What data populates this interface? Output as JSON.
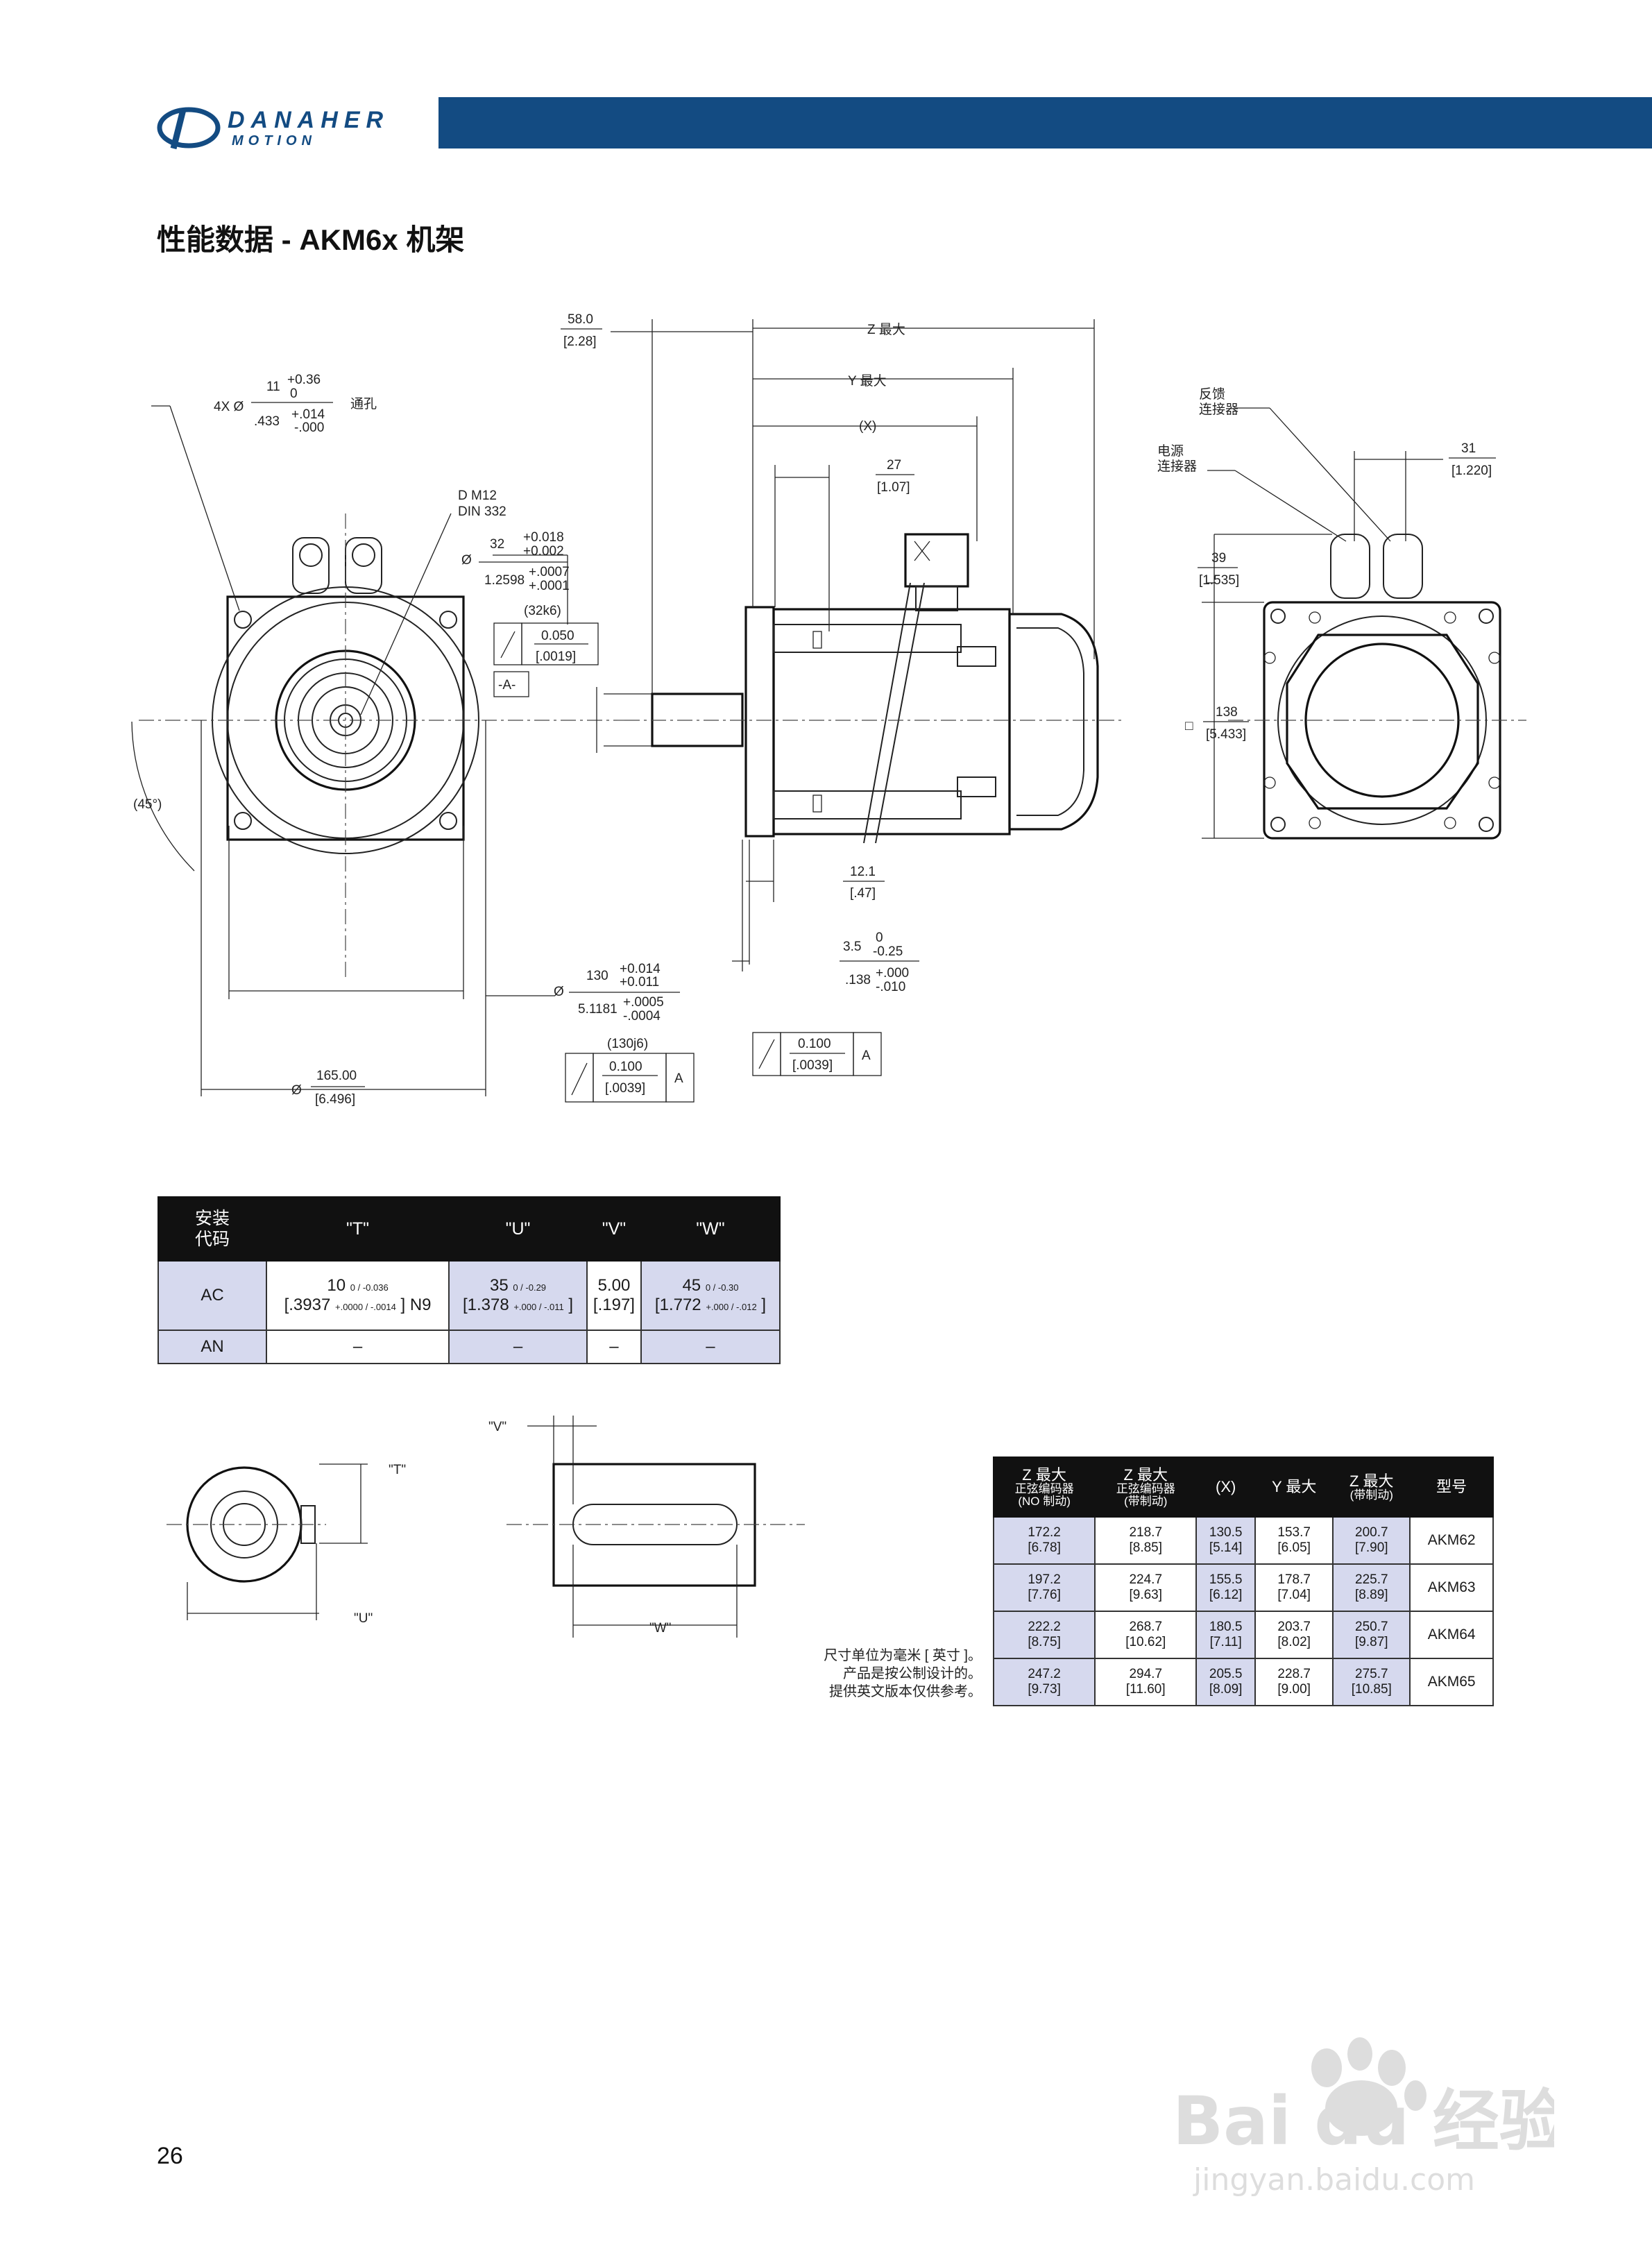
{
  "header": {
    "brand": "DANAHER",
    "brand_sub": "MOTION",
    "accent_color": "#134b82"
  },
  "page_title": "性能数据 - AKM6x 机架",
  "drawing_front": {
    "holes": "4X Ø",
    "hole_dim": "11",
    "hole_tol_plus": "+0.36",
    "hole_tol_minus": "0",
    "hole_dim_in": ".433",
    "hole_in_plus": "+.014",
    "hole_in_minus": "-.000",
    "hole_note": "通孔",
    "thread_1": "D M12",
    "thread_2": "DIN 332",
    "shaft_dia_sym": "Ø",
    "shaft_dia": "32",
    "shaft_tol_plus": "+0.018",
    "shaft_tol_minus": "+0.002",
    "shaft_dia_in": "1.2598",
    "shaft_in_plus": "+.0007",
    "shaft_in_minus": "+.0001",
    "shaft_fit": "(32k6)",
    "runout_mm": "0.050",
    "runout_in": "[.0019]",
    "datum": "-A-",
    "angle": "(45°)",
    "pilot_sym": "Ø",
    "pilot_dia": "130",
    "pilot_tol_plus": "+0.014",
    "pilot_tol_minus": "+0.011",
    "pilot_dia_in": "5.1181",
    "pilot_in_plus": "+.0005",
    "pilot_in_minus": "-.0004",
    "pilot_fit": "(130j6)",
    "pilot_runout_mm": "0.100",
    "pilot_runout_in": "[.0039]",
    "pilot_datum": "A",
    "bolt_sym": "Ø",
    "bolt_circle": "165.00",
    "bolt_circle_in": "[6.496]"
  },
  "drawing_side": {
    "shaft_len": "58.0",
    "shaft_len_in": "[2.28]",
    "z_label": "Z 最大",
    "y_label": "Y 最大",
    "x_label": "(X)",
    "conn_offset": "27",
    "conn_offset_in": "[1.07]",
    "flange_thk": "12.1",
    "flange_thk_in": "[.47]",
    "pilot_len": "3.5",
    "pilot_len_tol_plus": "0",
    "pilot_len_tol_minus": "-0.25",
    "pilot_len_in": ".138",
    "pilot_len_in_plus": "+.000",
    "pilot_len_in_minus": "-.010",
    "face_runout_mm": "0.100",
    "face_runout_in": "[.0039]",
    "face_datum": "A"
  },
  "drawing_rear": {
    "feedback_label_1": "反馈",
    "feedback_label_2": "连接器",
    "power_label_1": "电源",
    "power_label_2": "连接器",
    "conn_spacing": "31",
    "conn_spacing_in": "[1.220]",
    "conn_height": "39",
    "conn_height_in": "[1.535]",
    "square_sym": "□",
    "square": "138",
    "square_in": "[5.433]"
  },
  "shaft_table": {
    "headers": [
      "安装\n代码",
      "\"T\"",
      "\"U\"",
      "\"V\"",
      "\"W\""
    ],
    "rows": [
      {
        "code": "AC",
        "t_main": "10",
        "t_tol": "0 / -0.036",
        "t_in": "[.3937",
        "t_in_tol": "+.0000 / -.0014",
        "t_suffix": "] N9",
        "u_main": "35",
        "u_tol": "0 / -0.29",
        "u_in": "[1.378",
        "u_in_tol": "+.000 / -.011",
        "u_suffix": "]",
        "v_main": "5.00",
        "v_in": "[.197]",
        "w_main": "45",
        "w_tol": "0 / -0.30",
        "w_in": "[1.772",
        "w_in_tol": "+.000 / -.012",
        "w_suffix": "]"
      },
      {
        "code": "AN",
        "t": "–",
        "u": "–",
        "v": "–",
        "w": "–"
      }
    ]
  },
  "shaft_detail": {
    "t_label": "\"T\"",
    "u_label": "\"U\"",
    "v_label": "\"V\"",
    "w_label": "\"W\""
  },
  "dim_table": {
    "headers": [
      {
        "main": "Z 最大",
        "sub1": "正弦编码器",
        "sub2": "(NO 制动)"
      },
      {
        "main": "Z 最大",
        "sub1": "正弦编码器",
        "sub2": "(带制动)"
      },
      {
        "main": "(X)",
        "sub1": "",
        "sub2": ""
      },
      {
        "main": "Y 最大",
        "sub1": "",
        "sub2": ""
      },
      {
        "main": "Z 最大",
        "sub1": "(带制动)",
        "sub2": ""
      },
      {
        "main": "型号",
        "sub1": "",
        "sub2": ""
      }
    ],
    "rows": [
      {
        "z_nb": "172.2",
        "z_nb_in": "[6.78]",
        "z_b": "218.7",
        "z_b_in": "[8.85]",
        "x": "130.5",
        "x_in": "[5.14]",
        "y": "153.7",
        "y_in": "[6.05]",
        "z2": "200.7",
        "z2_in": "[7.90]",
        "model": "AKM62"
      },
      {
        "z_nb": "197.2",
        "z_nb_in": "[7.76]",
        "z_b": "224.7",
        "z_b_in": "[9.63]",
        "x": "155.5",
        "x_in": "[6.12]",
        "y": "178.7",
        "y_in": "[7.04]",
        "z2": "225.7",
        "z2_in": "[8.89]",
        "model": "AKM63"
      },
      {
        "z_nb": "222.2",
        "z_nb_in": "[8.75]",
        "z_b": "268.7",
        "z_b_in": "[10.62]",
        "x": "180.5",
        "x_in": "[7.11]",
        "y": "203.7",
        "y_in": "[8.02]",
        "z2": "250.7",
        "z2_in": "[9.87]",
        "model": "AKM64"
      },
      {
        "z_nb": "247.2",
        "z_nb_in": "[9.73]",
        "z_b": "294.7",
        "z_b_in": "[11.60]",
        "x": "205.5",
        "x_in": "[8.09]",
        "y": "228.7",
        "y_in": "[9.00]",
        "z2": "275.7",
        "z2_in": "[10.85]",
        "model": "AKM65"
      }
    ]
  },
  "footnote": {
    "line1": "尺寸单位为毫米 [ 英寸 ]。",
    "line2": "产品是按公制设计的。",
    "line3": "提供英文版本仅供参考。"
  },
  "page_number": "26",
  "watermark": {
    "brand": "Bai du 经验",
    "url": "jingyan.baidu.com"
  }
}
